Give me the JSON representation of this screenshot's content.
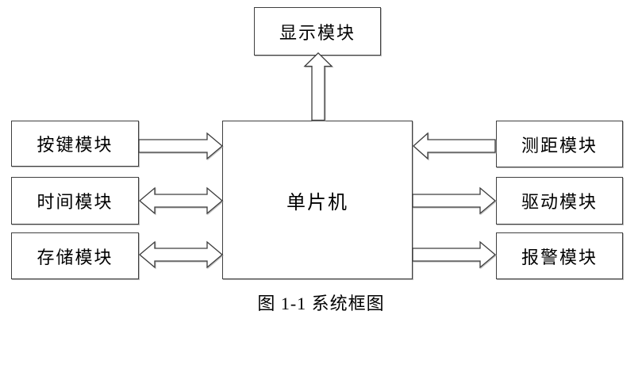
{
  "diagram": {
    "caption": "图 1-1 系统框图",
    "center_box": {
      "label": "单片机"
    },
    "top_box": {
      "label": "显示模块"
    },
    "left_boxes": [
      {
        "label": "按键模块",
        "arrow_direction": "to-mcu"
      },
      {
        "label": "时间模块",
        "arrow_direction": "bidirectional"
      },
      {
        "label": "存储模块",
        "arrow_direction": "bidirectional"
      }
    ],
    "right_boxes": [
      {
        "label": "测距模块",
        "arrow_direction": "to-mcu"
      },
      {
        "label": "驱动模块",
        "arrow_direction": "from-mcu"
      },
      {
        "label": "报警模块",
        "arrow_direction": "from-mcu"
      }
    ],
    "top_arrow_direction": "mcu-to-display",
    "colors": {
      "background": "#ffffff",
      "box_border": "#3f3f3f",
      "arrow_outline": "#3d3d3d",
      "text": "#000000",
      "shadow": "#b9b9b9"
    }
  }
}
